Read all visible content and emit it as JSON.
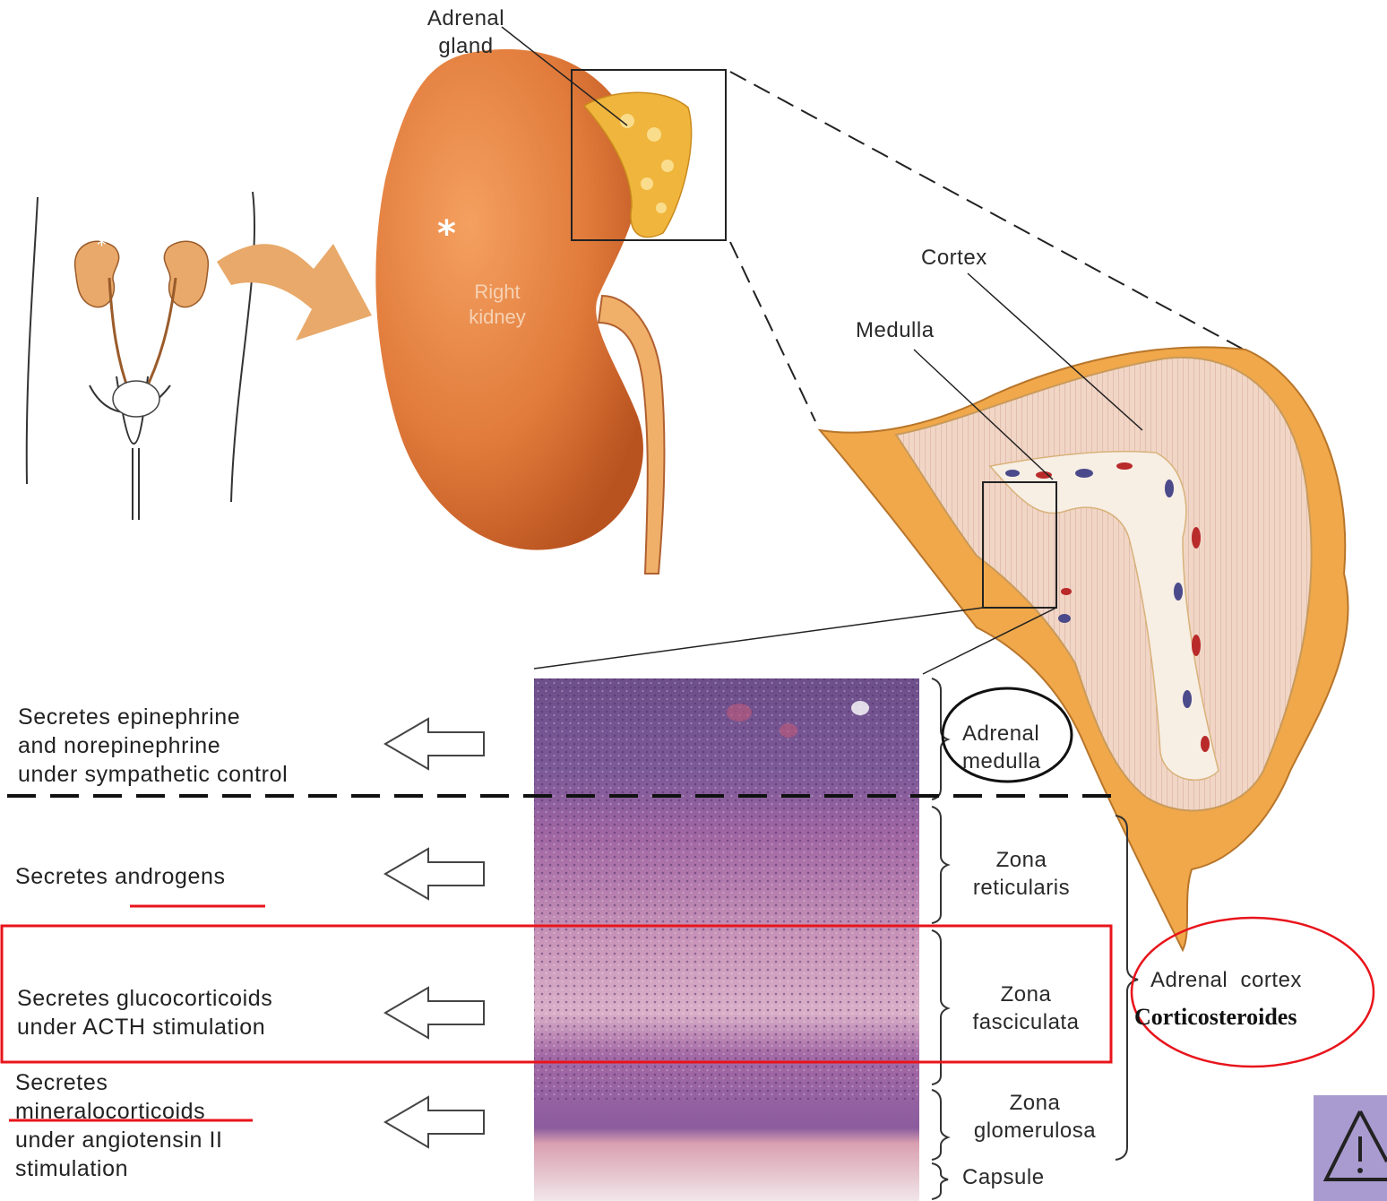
{
  "labels": {
    "adrenal_gland": "Adrenal\ngland",
    "right_kidney": "Right\nkidney",
    "cortex": "Cortex",
    "medulla": "Medulla",
    "asterisk": "*",
    "adrenal_medulla": "Adrenal\nmedulla",
    "zona_reticularis": "Zona\nreticularis",
    "zona_fasciculata": "Zona\nfasciculata",
    "zona_glomerulosa": "Zona\nglomerulosa",
    "capsule": "Capsule",
    "adrenal_cortex": "Adrenal  cortex",
    "corticosteroides": "Corticosteroides"
  },
  "functions": [
    {
      "zone": "medulla",
      "text": "Secretes epinephrine\nand norepinephrine\nunder sympathetic control"
    },
    {
      "zone": "reticularis",
      "text": "Secretes androgens"
    },
    {
      "zone": "fasciculata",
      "text": "Secretes glucocorticoids\nunder ACTH stimulation"
    },
    {
      "zone": "glomerulosa",
      "text": "Secretes\nmineralocorticoids\nunder angiotensin II\nstimulation"
    }
  ],
  "colors": {
    "highlight_red": "#e8141b",
    "kidney": "#e07a3a",
    "adrenal": "#f0b53c",
    "warning_box": "#a99bd0"
  },
  "icons": {
    "warning": "warning-triangle-icon"
  }
}
